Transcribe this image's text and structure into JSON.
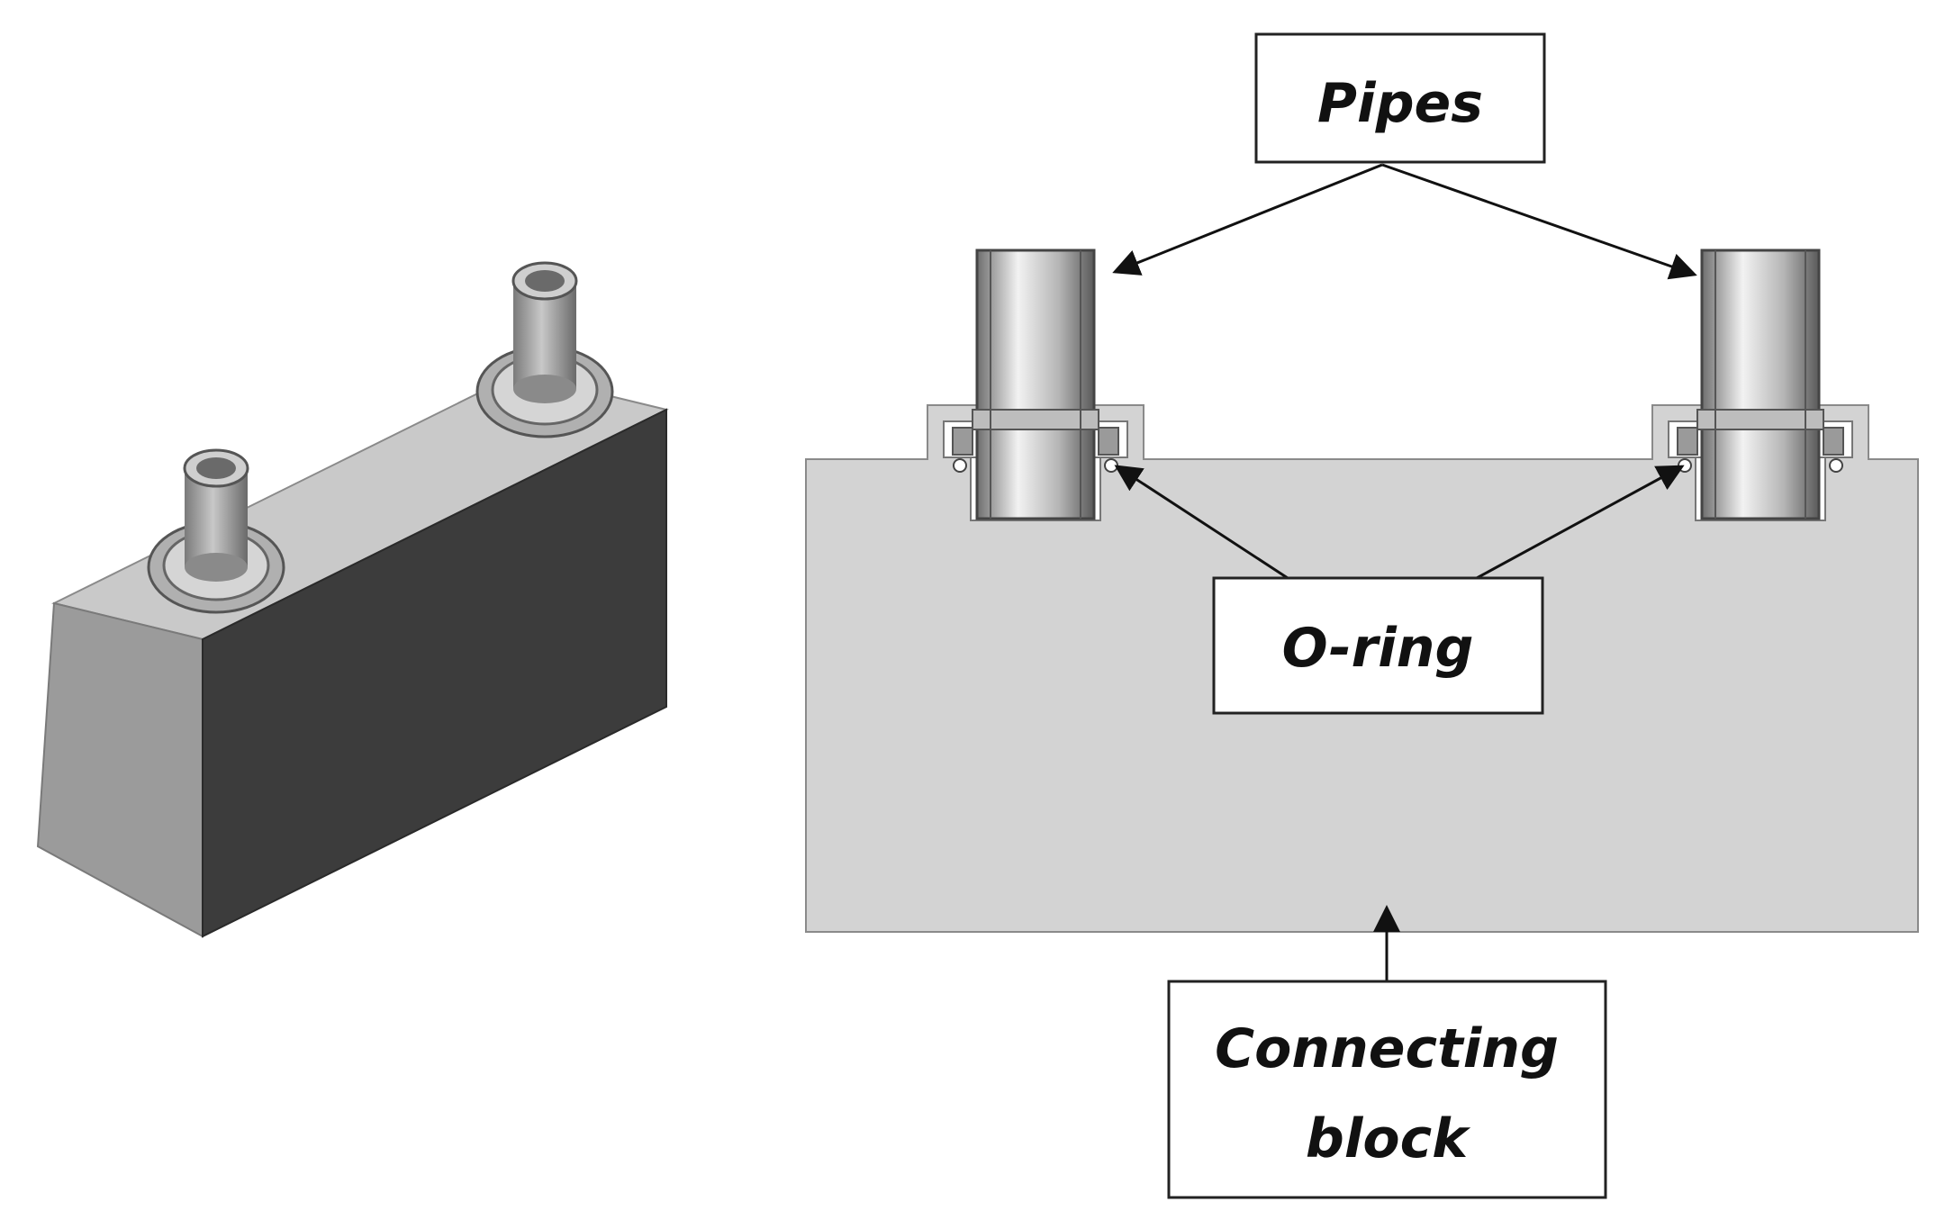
{
  "labels": {
    "pipes": "Pipes",
    "oring": "O-ring",
    "block_line1": "Connecting",
    "block_line2": "block"
  },
  "colors": {
    "background": "#ffffff",
    "block_fill": "#d3d3d3",
    "block_stroke": "#8a8a8a",
    "iso_top": "#c9c9c9",
    "iso_front": "#3c3c3c",
    "iso_side": "#9b9b9b",
    "arrow": "#111111",
    "label_border": "#222222"
  }
}
